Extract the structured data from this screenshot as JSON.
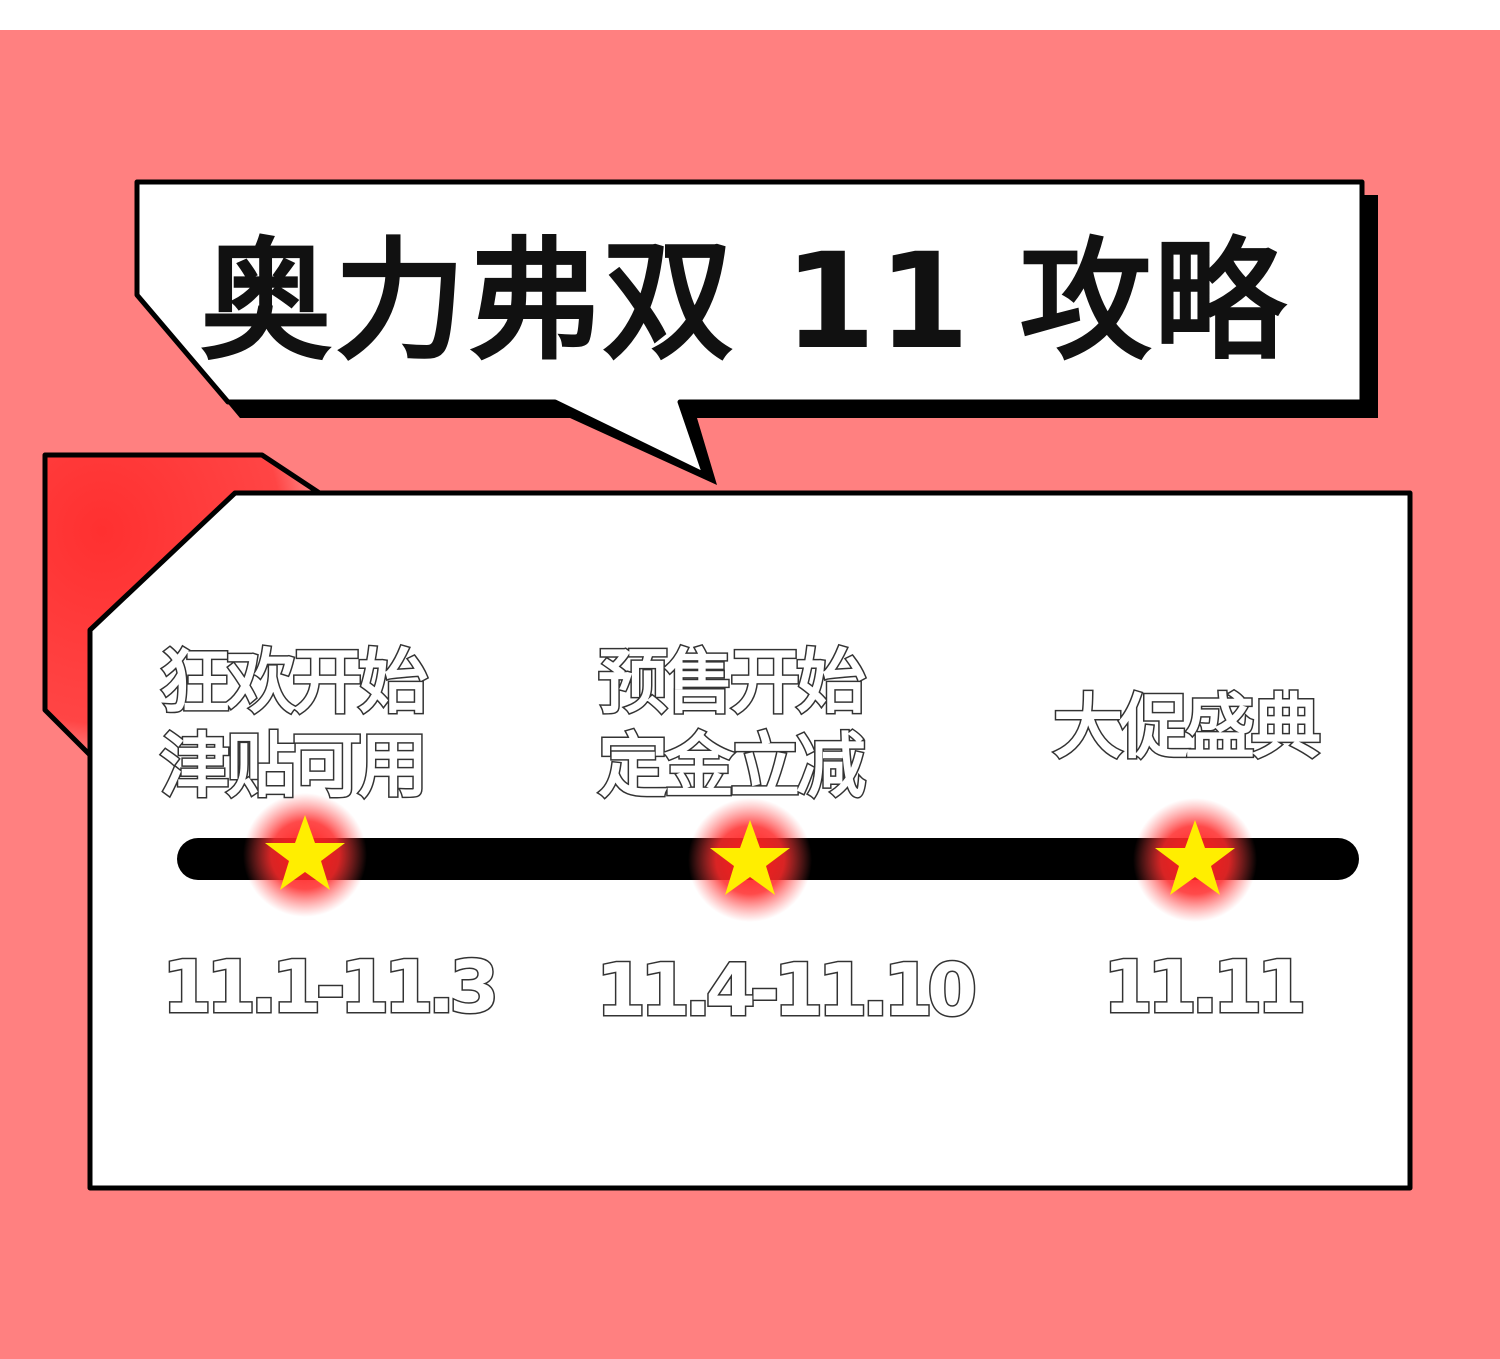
{
  "header": {
    "title": "奥力弗双 11 攻略"
  },
  "colors": {
    "background": "#ff8080",
    "panel": "#ffffff",
    "outline": "#000000",
    "accent_red": "#ff3a3a",
    "star": "#ffee00",
    "star_glow": "#ff2020"
  },
  "timeline": {
    "milestones": [
      {
        "label_lines": [
          "狂欢开始",
          "津贴可用"
        ],
        "date": "11.1-11.3",
        "icon": "star-icon"
      },
      {
        "label_lines": [
          "预售开始",
          "定金立减"
        ],
        "date": "11.4-11.10",
        "icon": "star-icon"
      },
      {
        "label_lines": [
          "大促盛典"
        ],
        "date": "11.11",
        "icon": "star-icon"
      }
    ]
  }
}
